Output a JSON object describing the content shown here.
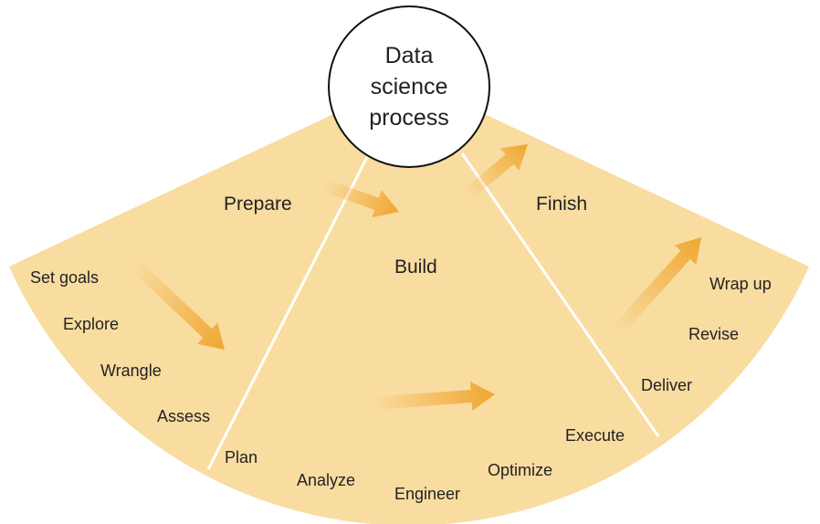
{
  "center": {
    "line1": "Data",
    "line2": "science",
    "line3": "process"
  },
  "phases": [
    {
      "name": "Prepare",
      "steps": [
        "Set goals",
        "Explore",
        "Wrangle",
        "Assess"
      ]
    },
    {
      "name": "Build",
      "steps": [
        "Plan",
        "Analyze",
        "Engineer",
        "Optimize",
        "Execute"
      ]
    },
    {
      "name": "Finish",
      "steps": [
        "Deliver",
        "Revise",
        "Wrap up"
      ]
    }
  ],
  "colors": {
    "fan": "#f9dca0",
    "arrow": "#f0a631",
    "divider": "#ffffff"
  }
}
